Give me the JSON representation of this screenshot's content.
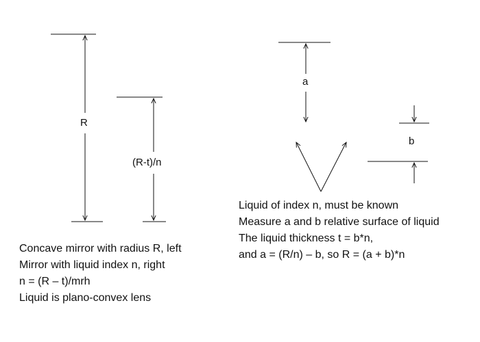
{
  "labels": {
    "R": "R",
    "rtn": "(R-t)/n",
    "a": "a",
    "b": "b"
  },
  "notes_left": [
    "Concave mirror with radius R, left",
    "Mirror with liquid index n, right",
    "n = (R – t)/mrh",
    "Liquid is plano-convex lens"
  ],
  "notes_right": [
    "Liquid of index n, must be known",
    "Measure a and b relative surface of liquid",
    "The liquid thickness t = b*n,",
    "and a = (R/n) – b, so R = (a + b)*n"
  ],
  "colors": {
    "ink": "#111111",
    "background": "#ffffff"
  }
}
